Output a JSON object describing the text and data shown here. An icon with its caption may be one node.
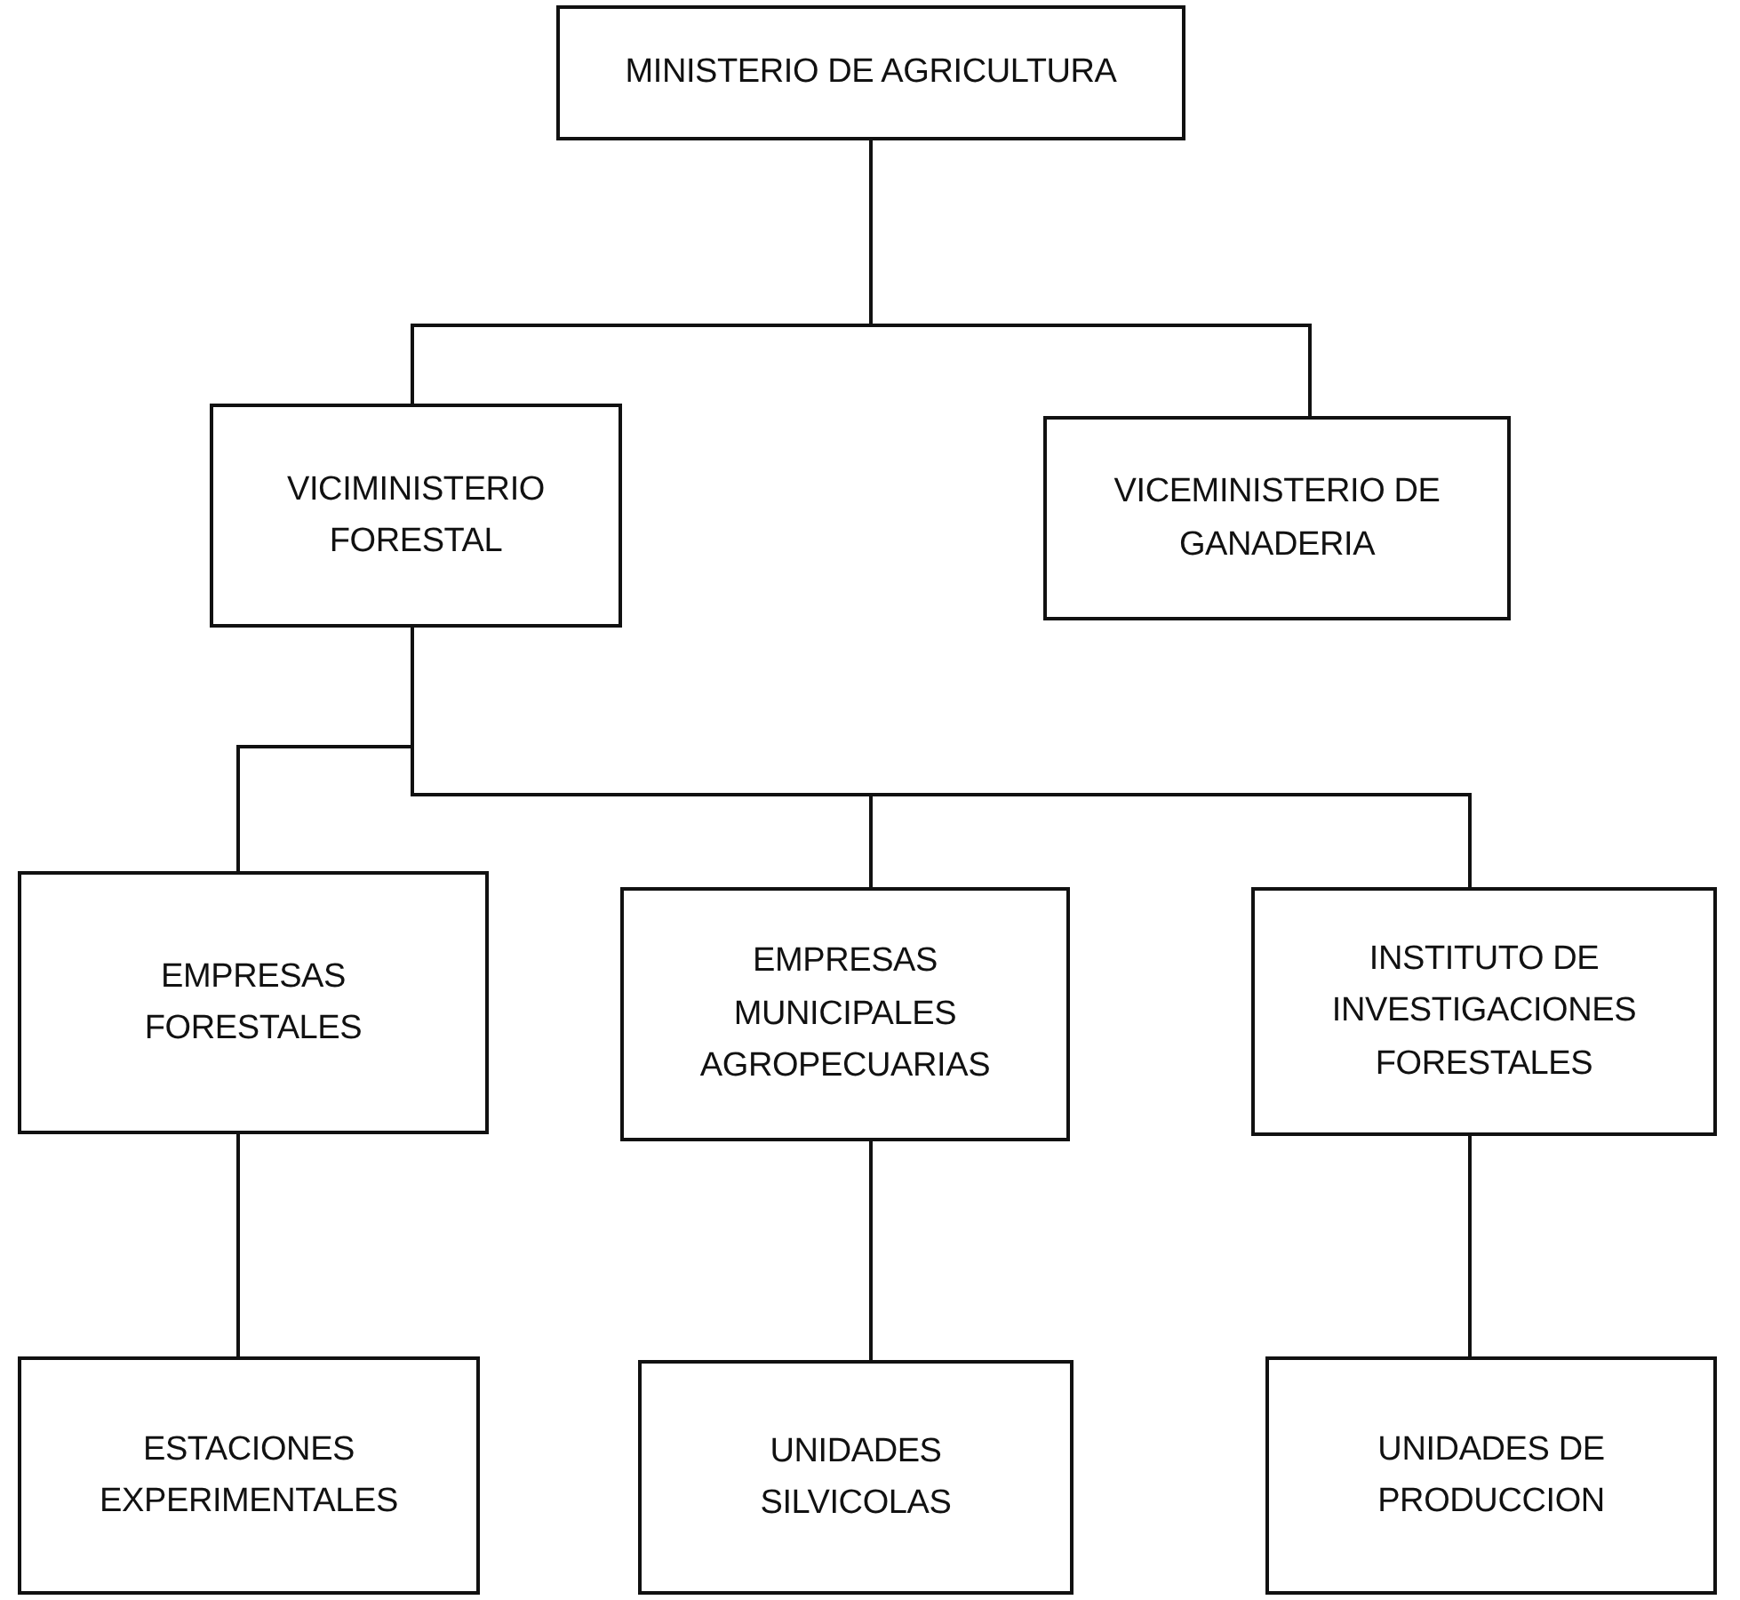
{
  "diagram": {
    "nodes": [
      {
        "text": [
          "MINISTERIO DE AGRICULTURA"
        ]
      },
      {
        "text": [
          "VICIMINISTERIO FORESTAL"
        ]
      },
      {
        "text": [
          "VICEMINISTERIO DE GANADERIA"
        ]
      },
      {
        "text": [
          "EMPRESAS FORESTALES"
        ]
      },
      {
        "text": [
          "EMPRESAS MUNICIPALES AGROPECUARIAS"
        ]
      },
      {
        "text": [
          "INSTITUTO DE INVESTIGACIONES FORESTALES"
        ]
      },
      {
        "text": [
          "ESTACIONES EXPERIMENTALES"
        ]
      },
      {
        "text": [
          "UNIDADES SILVICOLAS"
        ]
      },
      {
        "text": [
          "UNIDADES DE PRODUCCION"
        ]
      }
    ],
    "edges": [
      {
        "from": 0,
        "to": 1,
        "arrow": "none"
      },
      {
        "from": 0,
        "to": 2,
        "arrow": "none"
      },
      {
        "from": 1,
        "to": 3,
        "arrow": "none"
      },
      {
        "from": 1,
        "to": 4,
        "arrow": "none"
      },
      {
        "from": 1,
        "to": 5,
        "arrow": "none"
      },
      {
        "from": 3,
        "to": 6,
        "arrow": "none"
      },
      {
        "from": 4,
        "to": 7,
        "arrow": "none"
      },
      {
        "from": 5,
        "to": 8,
        "arrow": "none"
      }
    ]
  }
}
